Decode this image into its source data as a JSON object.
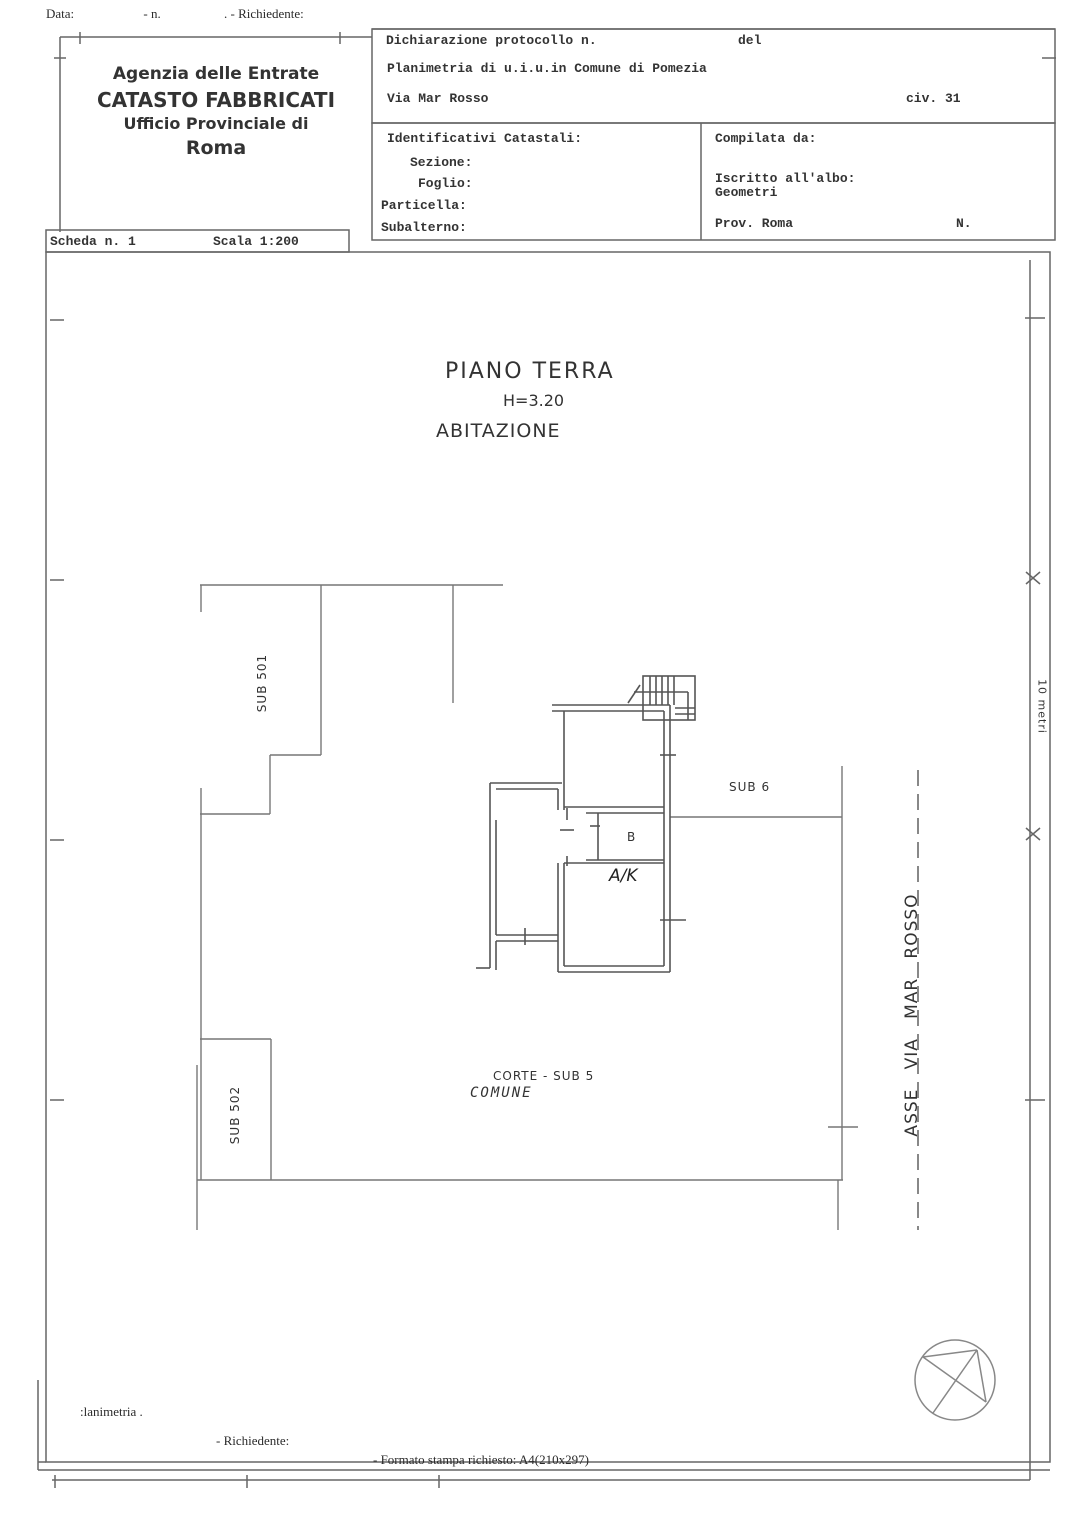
{
  "print_header": {
    "data_label": "Data:",
    "n_label": "- n.",
    "richiedente_label": ". - Richiedente:"
  },
  "agency": {
    "line1": "Agenzia delle Entrate",
    "line2": "CATASTO FABBRICATI",
    "line3": "Ufficio Provinciale di",
    "line4": "Roma"
  },
  "declaration": {
    "protocol_label": "Dichiarazione protocollo n.",
    "del_label": "del",
    "plan_label": "Planimetria di u.i.u.in Comune di Pomezia",
    "address": "Via Mar Rosso",
    "civ": "civ. 31"
  },
  "identifiers": {
    "title": "Identificativi Catastali:",
    "sezione": "Sezione:",
    "foglio": "Foglio:",
    "particella": "Particella:",
    "subalterno": "Subalterno:"
  },
  "compiler": {
    "title": "Compilata da:",
    "albo_label": "Iscritto all'albo:",
    "albo_value": "Geometri",
    "prov": "Prov. Roma",
    "n_label": "N."
  },
  "sheet": {
    "scheda": "Scheda n. 1",
    "scala": "Scala 1:200"
  },
  "plan": {
    "floor": "PIANO TERRA",
    "height": "H=3.20",
    "use": "ABITAZIONE",
    "sub501": "SUB 501",
    "sub502": "SUB 502",
    "sub6": "SUB 6",
    "corte": "CORTE - SUB 5",
    "comune": "COMUNE",
    "room_b": "B",
    "room_ak": "A/K",
    "street_axis": "ASSE   VIA   MAR   ROSSO",
    "scale_bar": "10 metri"
  },
  "footer": {
    "planimetria": ":lanimetria .",
    "richiedente": "- Richiedente:",
    "formato": "- Formato stampa richiesto: A4(210x297)"
  },
  "colors": {
    "ink": "#333333",
    "line": "#666666",
    "paper": "#ffffff"
  }
}
